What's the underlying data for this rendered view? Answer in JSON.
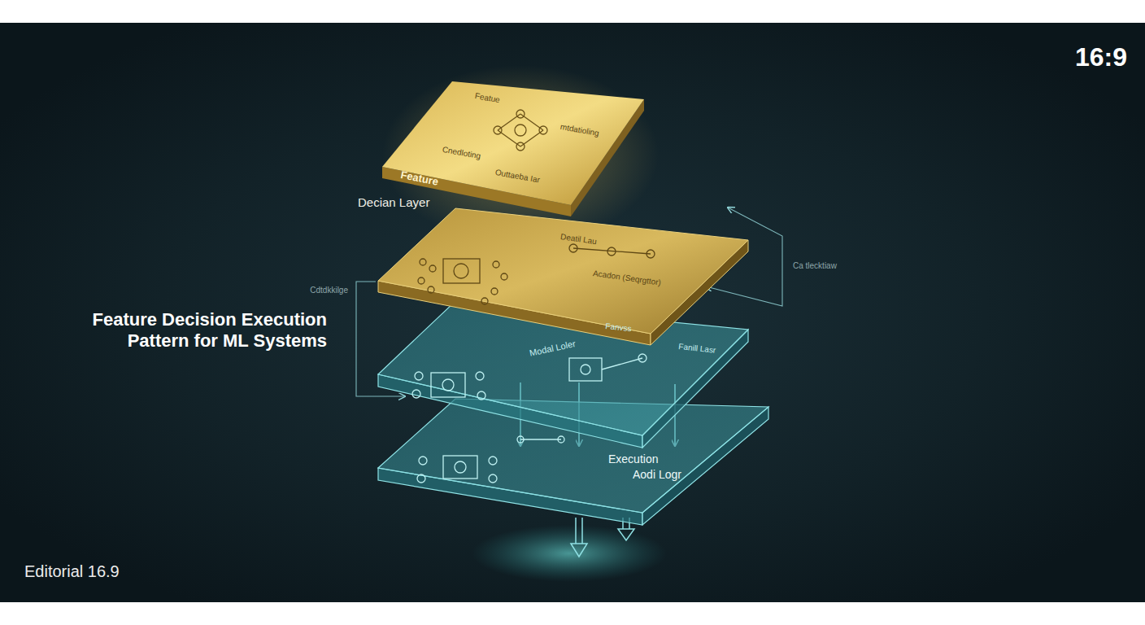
{
  "diagram": {
    "title": "Feature Decision Execution Pattern for ML Systems",
    "nodes": [
      {
        "text": [
          "Feature",
          "Featue",
          "Cnedloting",
          "mtdatioling",
          "Outtaeba Iar"
        ]
      },
      {
        "text": [
          "Decian Layer",
          "Deatil Lau",
          "Acadon (Seqrgttor)"
        ]
      },
      {
        "text": [
          "Modal Loler",
          "Fanvss",
          "Fanill Lasr"
        ]
      },
      {
        "text": [
          "Execution",
          "Aodi Logr"
        ]
      }
    ],
    "edges": [
      {
        "from": 2,
        "to": 1,
        "arrow": "both",
        "label": "Ca tlecktiaw"
      },
      {
        "from": 1,
        "to": 2,
        "arrow": "to",
        "label": "Cdtdkkilge"
      },
      {
        "from": 2,
        "to": 3,
        "arrow": "to"
      },
      {
        "from": 2,
        "to": 3,
        "arrow": "to"
      },
      {
        "from": 2,
        "to": 3,
        "arrow": "to"
      }
    ],
    "labels": [
      "16:9",
      "Editorial 16.9"
    ]
  }
}
